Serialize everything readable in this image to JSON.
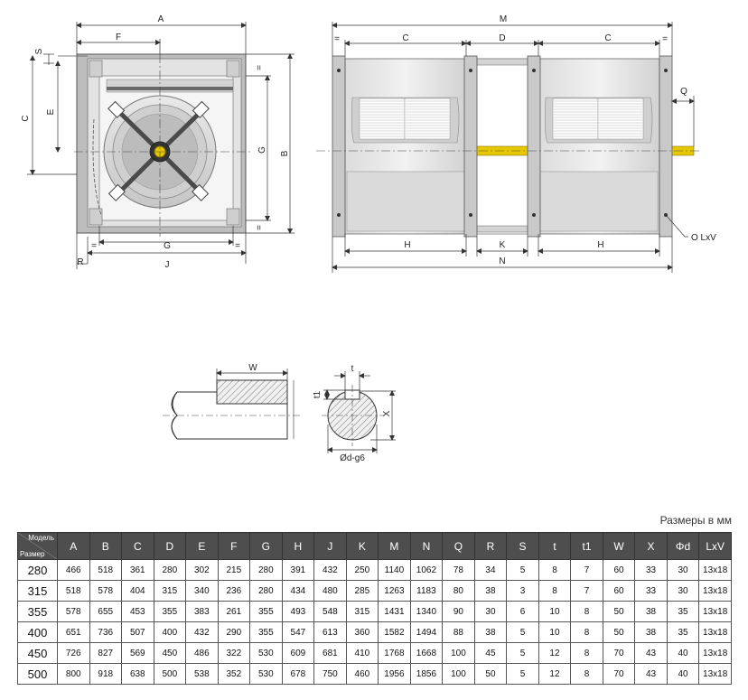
{
  "units_label": "Размеры в мм",
  "front_view": {
    "labels": {
      "A": "A",
      "F": "F",
      "S": "S",
      "C": "C",
      "E": "E",
      "G_right": "G",
      "B": "B",
      "eq_top": "=",
      "eq_bottom": "=",
      "eq_left": "=",
      "eq_right": "=",
      "G_bottom": "G",
      "J": "J",
      "R": "R"
    }
  },
  "side_view": {
    "labels": {
      "M": "M",
      "eq_left": "=",
      "C_left": "C",
      "D": "D",
      "C_right": "C",
      "eq_right": "=",
      "Q": "Q",
      "H_left": "H",
      "K": "K",
      "H_right": "H",
      "N": "N",
      "hole": "O LxV"
    }
  },
  "shaft_detail": {
    "labels": {
      "W": "W",
      "t": "t",
      "t1": "t1",
      "X": "X",
      "d": "Ød-g6"
    }
  },
  "table": {
    "corner_top": "Модель",
    "corner_bottom": "Размер",
    "columns": [
      "A",
      "B",
      "C",
      "D",
      "E",
      "F",
      "G",
      "H",
      "J",
      "K",
      "M",
      "N",
      "Q",
      "R",
      "S",
      "t",
      "t1",
      "W",
      "X",
      "Φd",
      "LxV"
    ],
    "rows": [
      {
        "model": "280",
        "values": [
          "466",
          "518",
          "361",
          "280",
          "302",
          "215",
          "280",
          "391",
          "432",
          "250",
          "1140",
          "1062",
          "78",
          "34",
          "5",
          "8",
          "7",
          "60",
          "33",
          "30",
          "13x18"
        ]
      },
      {
        "model": "315",
        "values": [
          "518",
          "578",
          "404",
          "315",
          "340",
          "236",
          "280",
          "434",
          "480",
          "285",
          "1263",
          "1183",
          "80",
          "38",
          "3",
          "8",
          "7",
          "60",
          "33",
          "30",
          "13x18"
        ]
      },
      {
        "model": "355",
        "values": [
          "578",
          "655",
          "453",
          "355",
          "383",
          "261",
          "355",
          "493",
          "548",
          "315",
          "1431",
          "1340",
          "90",
          "30",
          "6",
          "10",
          "8",
          "50",
          "38",
          "35",
          "13x18"
        ]
      },
      {
        "model": "400",
        "values": [
          "651",
          "736",
          "507",
          "400",
          "432",
          "290",
          "355",
          "547",
          "613",
          "360",
          "1582",
          "1494",
          "88",
          "38",
          "5",
          "10",
          "8",
          "50",
          "38",
          "35",
          "13x18"
        ]
      },
      {
        "model": "450",
        "values": [
          "726",
          "827",
          "569",
          "450",
          "486",
          "322",
          "530",
          "609",
          "681",
          "410",
          "1768",
          "1668",
          "100",
          "45",
          "5",
          "12",
          "8",
          "70",
          "43",
          "40",
          "13x18"
        ]
      },
      {
        "model": "500",
        "values": [
          "800",
          "918",
          "638",
          "500",
          "538",
          "352",
          "530",
          "678",
          "750",
          "460",
          "1956",
          "1856",
          "100",
          "50",
          "5",
          "12",
          "8",
          "70",
          "43",
          "40",
          "13x18"
        ]
      }
    ]
  }
}
